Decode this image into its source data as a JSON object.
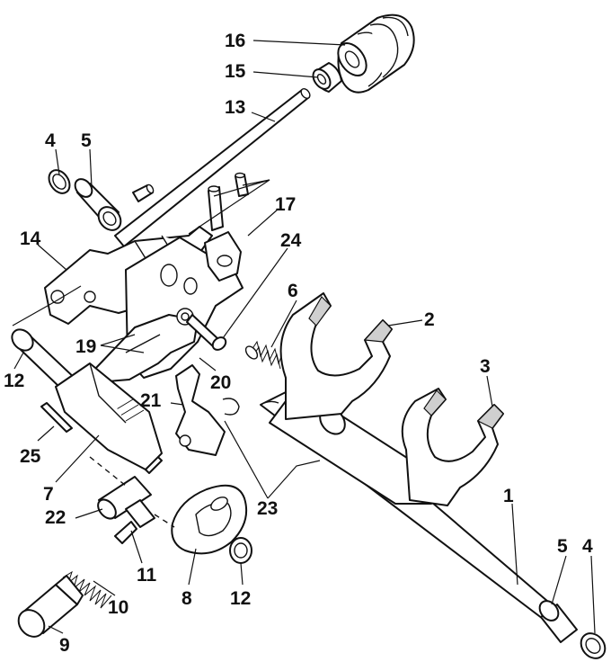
{
  "callouts": {
    "c1": "1",
    "c2": "2",
    "c3": "3",
    "c4a": "4",
    "c4b": "4",
    "c5a": "5",
    "c5b": "5",
    "c6": "6",
    "c7": "7",
    "c8": "8",
    "c9": "9",
    "c10": "10",
    "c11": "11",
    "c12a": "12",
    "c12b": "12",
    "c13": "13",
    "c14": "14",
    "c15": "15",
    "c16": "16",
    "c17": "17",
    "c19": "19",
    "c20": "20",
    "c21": "21",
    "c22": "22",
    "c23": "23",
    "c24": "24",
    "c25": "25"
  },
  "colors": {
    "line": "#111111",
    "background": "#ffffff",
    "shade": "#cfcfcf"
  }
}
